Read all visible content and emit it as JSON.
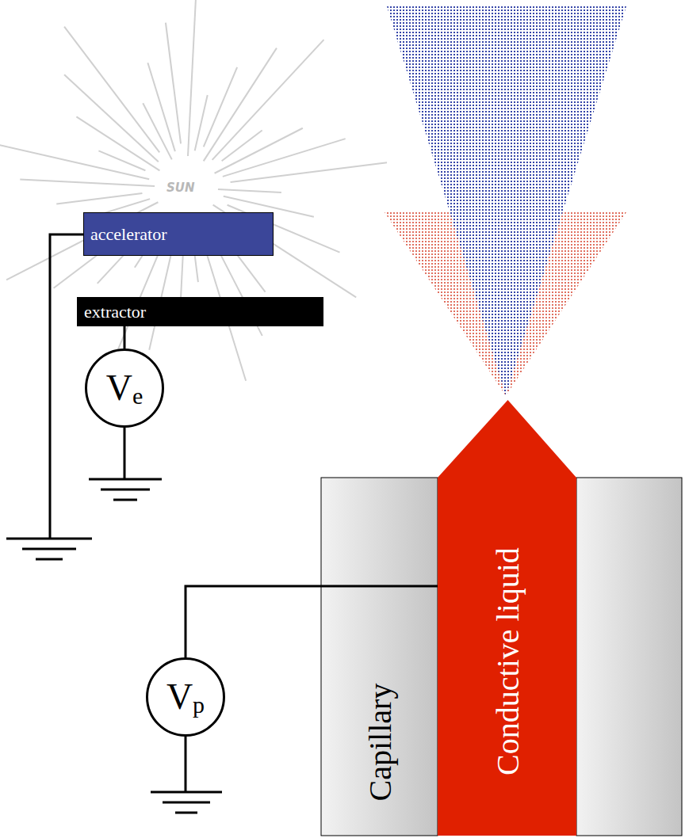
{
  "diagram": {
    "nodes": [
      {
        "text": [
          "accelerator"
        ]
      },
      {
        "text": [
          "extractor"
        ]
      },
      {
        "text": [
          "V",
          "e"
        ]
      },
      {
        "text": [
          "Capillary"
        ]
      },
      {
        "text": [
          "Conductive liquid"
        ]
      },
      {
        "text": [
          "V",
          "p"
        ]
      }
    ],
    "edges": [
      {
        "from": 2,
        "to": 1,
        "arrow": "none"
      },
      {
        "from": 5,
        "to": 4,
        "arrow": "none"
      }
    ],
    "labels": [
      "SUN"
    ]
  }
}
